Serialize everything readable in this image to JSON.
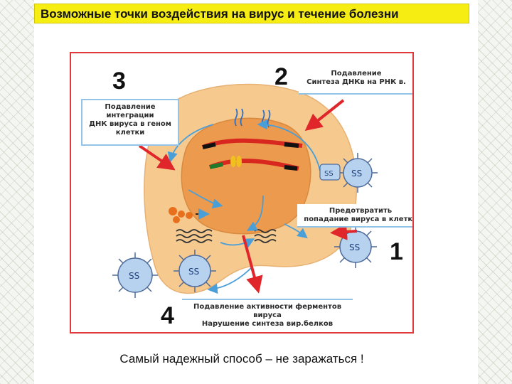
{
  "title": "Возможные точки воздействия на вирус и течение болезни",
  "markers": {
    "m1": "1",
    "m2": "2",
    "m3": "3",
    "m4": "4"
  },
  "callouts": {
    "c2": [
      "Подавление",
      "Синтеза ДНКв на РНК в."
    ],
    "c3": [
      "Подавление",
      "интеграции",
      "ДНК вируса в геном",
      "клетки"
    ],
    "c1": [
      "Предотвратить",
      "попадание вируса в клетку"
    ],
    "c4": [
      "Подавление активности ферментов",
      "вируса",
      "Нарушение синтеза вир.белков"
    ]
  },
  "bottom_text": "Самый надежный способ – не заражаться !",
  "colors": {
    "title_bg": "#f6ee12",
    "frame_border": "#e0393b",
    "cell_cytoplasm": "#f6c98f",
    "cell_nucleus": "#eb9a4e",
    "arrow_red": "#e0262a",
    "pathway_blue": "#4b9fd8"
  }
}
